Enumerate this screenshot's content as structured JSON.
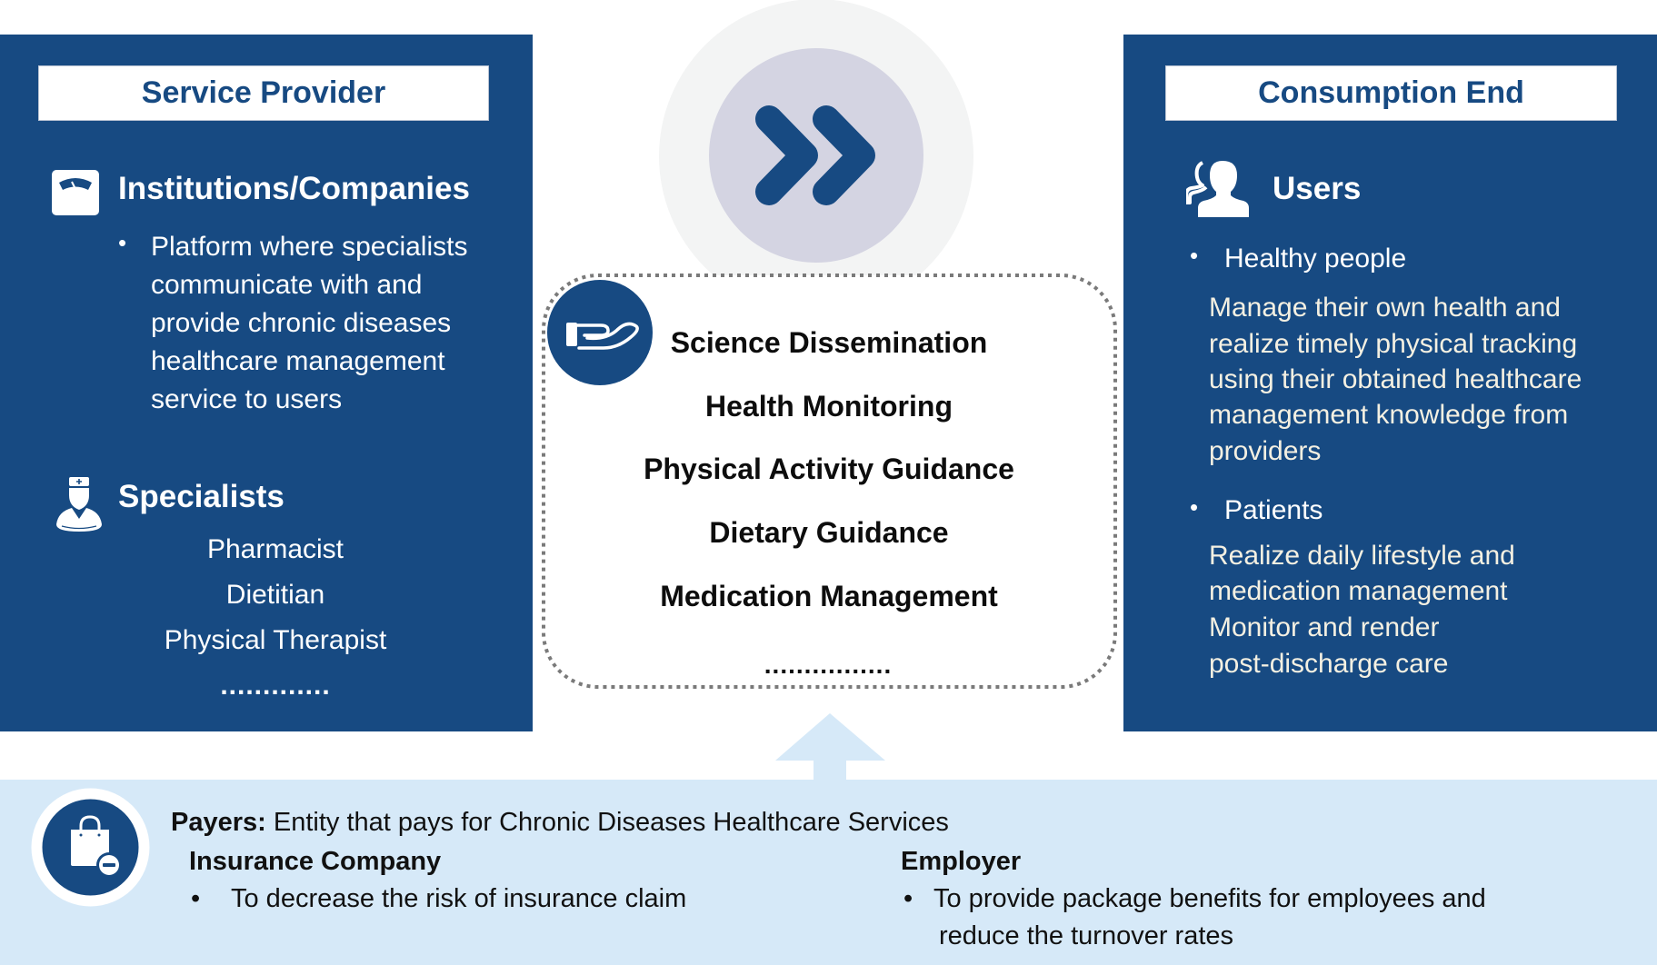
{
  "colors": {
    "panel_blue": "#174a82",
    "strip_blue": "#d6e9f8",
    "center_outer_circle": "#f3f4f4",
    "center_inner_circle": "#d4d4e2",
    "description_text": "#f4f0e2"
  },
  "service_provider": {
    "title": "Service Provider",
    "institutions": {
      "icon": "scale-icon",
      "heading": "Institutions/Companies",
      "bullet": "•",
      "lines": [
        "Platform where specialists",
        "communicate with and",
        "provide chronic diseases",
        "healthcare management",
        "service to users"
      ]
    },
    "specialists": {
      "icon": "doctor-icon",
      "heading": "Specialists",
      "items": [
        "Pharmacist",
        "Dietitian",
        "Physical Therapist"
      ],
      "more": "............."
    }
  },
  "center": {
    "flow_icon": "double-chevron-right-icon",
    "services_icon": "hand-icon",
    "services": [
      "Science Dissemination",
      "Health Monitoring",
      "Physical Activity Guidance",
      "Dietary Guidance",
      "Medication Management"
    ],
    "more": "................"
  },
  "consumption_end": {
    "title": "Consumption End",
    "users": {
      "icon": "users-icon",
      "heading": "Users",
      "groups": [
        {
          "bullet": "•",
          "name": "Healthy people",
          "lines": [
            "Manage their own health and",
            "realize timely physical tracking",
            "using their obtained healthcare",
            "management knowledge from",
            "providers"
          ]
        },
        {
          "bullet": "•",
          "name": "Patients",
          "lines": [
            "Realize daily lifestyle and",
            "medication management",
            "Monitor and render",
            "post-discharge care"
          ]
        }
      ]
    }
  },
  "payers": {
    "icon": "shopping-bag-minus-icon",
    "label": "Payers:",
    "description": "Entity that pays for Chronic Diseases Healthcare Services",
    "insurance": {
      "heading": "Insurance Company",
      "bullet": "•",
      "lines": [
        "To decrease the risk of insurance claim"
      ]
    },
    "employer": {
      "heading": "Employer",
      "bullet": "•",
      "lines": [
        "To provide package benefits for employees and",
        "reduce the turnover rates"
      ]
    }
  }
}
